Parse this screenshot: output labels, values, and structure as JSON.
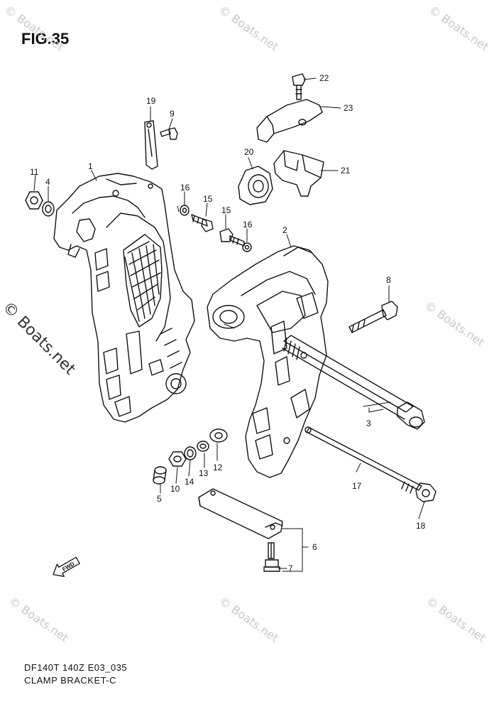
{
  "figure": {
    "title": "FIG.35",
    "model_code": "DF140T 140Z E03_035",
    "section_name": "CLAMP BRACKET-C"
  },
  "watermark": {
    "text": "© Boats.net"
  },
  "fwd_marker": {
    "text": "FWD"
  },
  "callouts": [
    "1",
    "2",
    "3",
    "4",
    "5",
    "6",
    "7",
    "8",
    "9",
    "10",
    "11",
    "12",
    "13",
    "14",
    "15",
    "15",
    "16",
    "16",
    "17",
    "18",
    "19",
    "20",
    "21",
    "22",
    "23"
  ]
}
